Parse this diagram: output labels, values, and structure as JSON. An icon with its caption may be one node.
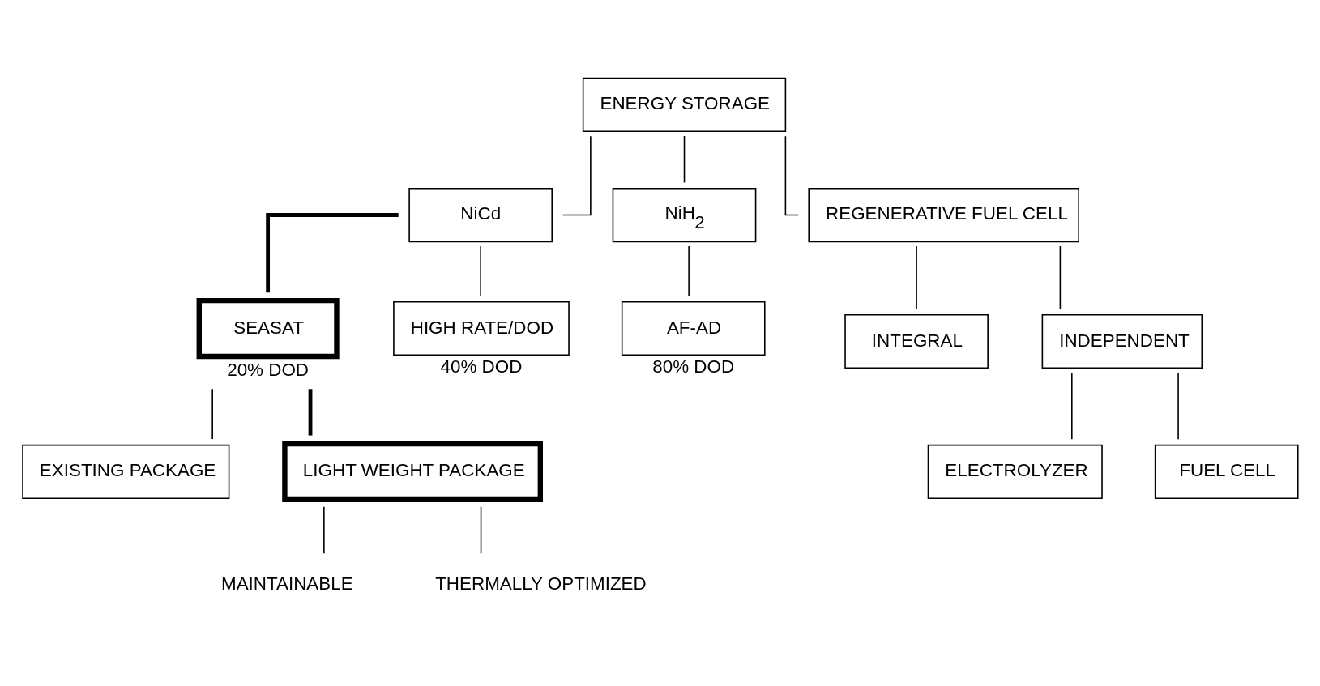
{
  "diagram": {
    "nodes": [
      {
        "text": [
          "ENERGY STORAGE"
        ]
      },
      {
        "text": [
          "NiCd"
        ]
      },
      {
        "text": [
          "NiH$_{2}$"
        ]
      },
      {
        "text": [
          "REGENERATIVE FUEL CELL"
        ]
      },
      {
        "text": [
          "SEASAT"
        ],
        "beside": [
          "20% DOD"
        ]
      },
      {
        "text": [
          "HIGH RATE/DOD"
        ],
        "beside": [
          "40% DOD"
        ]
      },
      {
        "text": [
          "AF-AD"
        ],
        "beside": [
          "80% DOD"
        ]
      },
      {
        "text": [
          "INTEGRAL"
        ]
      },
      {
        "text": [
          "INDEPENDENT"
        ]
      },
      {
        "text": [
          "EXISTING PACKAGE"
        ]
      },
      {
        "text": [
          "LIGHT WEIGHT PACKAGE"
        ]
      },
      {
        "text": [
          "ELECTROLYZER"
        ]
      },
      {
        "text": [
          "FUEL CELL"
        ]
      },
      {
        "text": [
          "MAINTAINABLE"
        ]
      },
      {
        "text": [
          "THERMALLY OPTIMIZED"
        ]
      }
    ],
    "edges": [
      {
        "from": 0,
        "to": 1,
        "arrow": "none"
      },
      {
        "from": 0,
        "to": 2,
        "arrow": "none"
      },
      {
        "from": 0,
        "to": 3,
        "arrow": "none"
      },
      {
        "from": 1,
        "to": 4,
        "arrow": "none",
        "style": "thick"
      },
      {
        "from": 1,
        "to": 5,
        "arrow": "none"
      },
      {
        "from": 2,
        "to": 6,
        "arrow": "none"
      },
      {
        "from": 3,
        "to": 7,
        "arrow": "none"
      },
      {
        "from": 3,
        "to": 8,
        "arrow": "none"
      },
      {
        "from": 4,
        "to": 9,
        "arrow": "none"
      },
      {
        "from": 4,
        "to": 10,
        "arrow": "none",
        "style": "thick"
      },
      {
        "from": 8,
        "to": 11,
        "arrow": "none"
      },
      {
        "from": 8,
        "to": 12,
        "arrow": "none"
      },
      {
        "from": 10,
        "to": 13,
        "arrow": "none"
      },
      {
        "from": 10,
        "to": 14,
        "arrow": "none"
      }
    ]
  }
}
